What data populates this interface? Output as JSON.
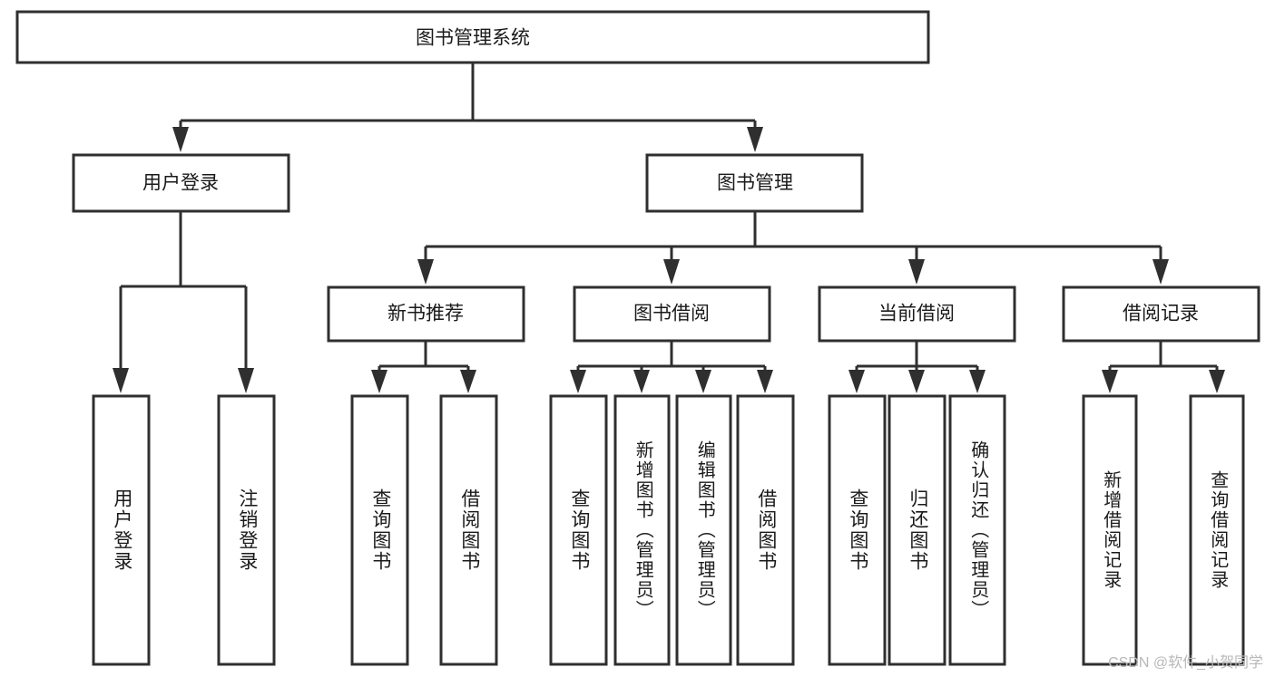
{
  "diagram": {
    "type": "tree-hierarchy",
    "title": "图书管理系统",
    "root": {
      "label": "图书管理系统",
      "orientation": "horizontal"
    },
    "level1": [
      {
        "label": "用户登录",
        "orientation": "horizontal"
      },
      {
        "label": "图书管理",
        "orientation": "horizontal"
      }
    ],
    "level2": [
      {
        "label": "新书推荐",
        "orientation": "horizontal",
        "parent": "图书管理"
      },
      {
        "label": "图书借阅",
        "orientation": "horizontal",
        "parent": "图书管理"
      },
      {
        "label": "当前借阅",
        "orientation": "horizontal",
        "parent": "图书管理"
      },
      {
        "label": "借阅记录",
        "orientation": "horizontal",
        "parent": "图书管理"
      }
    ],
    "leaves": [
      {
        "label": "用户登录",
        "orientation": "vertical",
        "parent": "用户登录"
      },
      {
        "label": "注销登录",
        "orientation": "vertical",
        "parent": "用户登录"
      },
      {
        "label": "查询图书",
        "orientation": "vertical",
        "parent": "新书推荐"
      },
      {
        "label": "借阅图书",
        "orientation": "vertical",
        "parent": "新书推荐"
      },
      {
        "label": "查询图书",
        "orientation": "vertical",
        "parent": "图书借阅"
      },
      {
        "label": "新增图书（管理员）",
        "orientation": "vertical",
        "parent": "图书借阅"
      },
      {
        "label": "编辑图书（管理员）",
        "orientation": "vertical",
        "parent": "图书借阅"
      },
      {
        "label": "借阅图书",
        "orientation": "vertical",
        "parent": "图书借阅"
      },
      {
        "label": "查询图书",
        "orientation": "vertical",
        "parent": "当前借阅"
      },
      {
        "label": "归还图书",
        "orientation": "vertical",
        "parent": "当前借阅"
      },
      {
        "label": "确认归还（管理员）",
        "orientation": "vertical",
        "parent": "当前借阅"
      },
      {
        "label": "新增借阅记录",
        "orientation": "vertical",
        "parent": "借阅记录"
      },
      {
        "label": "查询借阅记录",
        "orientation": "vertical",
        "parent": "借阅记录"
      }
    ],
    "colors": {
      "stroke": "#2f2f2f",
      "fill": "#ffffff",
      "text": "#1a1a1a",
      "watermark": "#b8b8b8"
    }
  },
  "watermark": {
    "text": "CSDN @软件_小贺同学"
  }
}
